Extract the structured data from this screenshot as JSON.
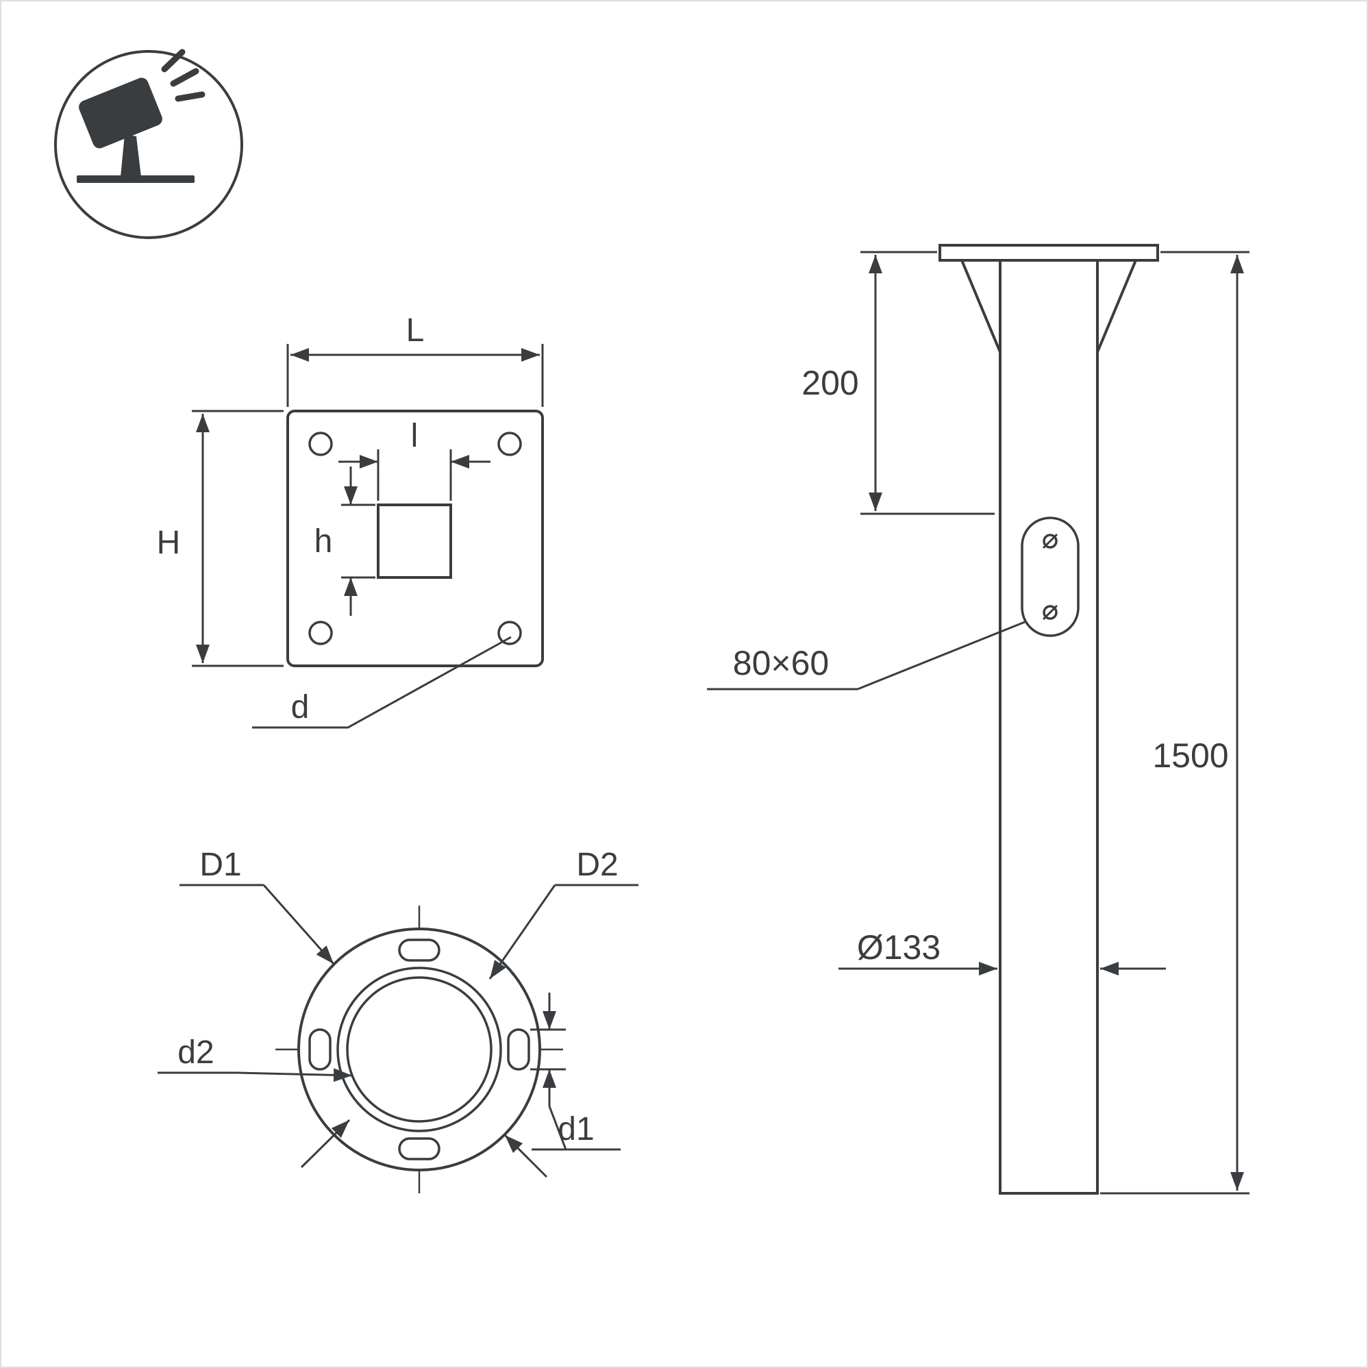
{
  "meta": {
    "background_color": "#ffffff",
    "line_color": "#3a3d40",
    "border_color": "#dedede"
  },
  "icon": {
    "name": "floodlight-on-stand"
  },
  "flange_top_view": {
    "width_label": "L",
    "height_label": "H",
    "inner_width_label": "l",
    "inner_height_label": "h",
    "hole_label": "d"
  },
  "flange_bottom_view": {
    "outer_diameter_label": "D1",
    "bolt_circle_label": "D2",
    "slot_label": "d1",
    "inner_diameter_label": "d2"
  },
  "side_view": {
    "top_offset_label": "200",
    "total_height_label": "1500",
    "hatch_label": "80×60",
    "tube_diameter_label": "Ø133"
  }
}
